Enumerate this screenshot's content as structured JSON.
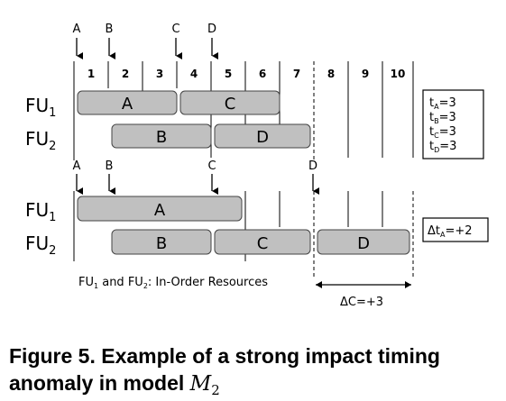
{
  "arrows_top": [
    "A",
    "B",
    "C",
    "D"
  ],
  "columns": [
    "1",
    "2",
    "3",
    "4",
    "5",
    "6",
    "7",
    "8",
    "9",
    "10"
  ],
  "units": [
    {
      "name": "FU",
      "sub": "1"
    },
    {
      "name": "FU",
      "sub": "2"
    }
  ],
  "top_blocks": [
    "A",
    "C",
    "B",
    "D"
  ],
  "timing_box": [
    {
      "t": "t",
      "sub": "A",
      "val": "=3"
    },
    {
      "t": "t",
      "sub": "B",
      "val": "=3"
    },
    {
      "t": "t",
      "sub": "C",
      "val": "=3"
    },
    {
      "t": "t",
      "sub": "D",
      "val": "=3"
    }
  ],
  "arrows_bottom": [
    "A",
    "B",
    "C",
    "D"
  ],
  "bottom_blocks": [
    "A",
    "B",
    "C",
    "D"
  ],
  "delta_box": {
    "t": "Δt",
    "sub": "A",
    "val": "=+2"
  },
  "note": {
    "pre": "FU",
    "sub1": "1",
    "mid": " and FU",
    "sub2": "2",
    "post": ": In-Order Resources"
  },
  "delta_c": "ΔC=+3",
  "caption": {
    "line1": "Figure 5. Example of a strong impact timing",
    "line2": "anomaly in model ",
    "model": "M",
    "model_sub": "2"
  }
}
